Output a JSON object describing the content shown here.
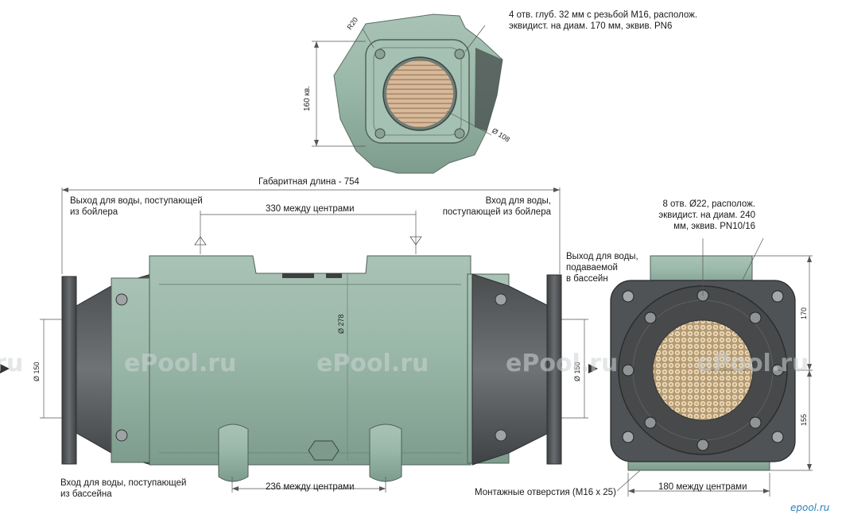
{
  "watermark": "ePool.ru",
  "logo": "epool.ru",
  "top_view": {
    "radius_label": "R20",
    "size_label": "160 кв.",
    "diameter_label": "Ø 108",
    "holes_note": [
      "4 отв. глуб. 32 мм с резьбой М16, располож.",
      "эквидист. на диам. 170 мм, эквив. PN6"
    ]
  },
  "side_view": {
    "overall_length": "Габаритная длина - 754",
    "outlet_to_boiler": [
      "Выход для воды, поступающей",
      "из бойлера"
    ],
    "inlet_from_boiler": [
      "Вход для воды,",
      "поступающей из бойлера"
    ],
    "top_centers": "330 между центрами",
    "outlet_to_pool": [
      "Выход для воды,",
      "подаваемой",
      "в бассейн"
    ],
    "inlet_from_pool": [
      "Вход для воды, поступающей",
      "из бассейна"
    ],
    "bottom_centers": "236 между центрами",
    "diam_body": "Ø 278",
    "diam_left": "Ø 150",
    "diam_right": "Ø 150"
  },
  "end_view": {
    "holes_note": [
      "8 отв. Ø22, располож.",
      "эквидист. на диам. 240",
      "мм, эквив. PN10/16"
    ],
    "dim_upper": "170",
    "dim_lower": "155",
    "mount_holes": "Монтажные отверстия (М16 x 25)",
    "mount_centers": "180 между центрами"
  },
  "colors": {
    "body_green": "#95b3a4",
    "dark_gray": "#55585a",
    "tube_copper": "#c9a77a"
  }
}
